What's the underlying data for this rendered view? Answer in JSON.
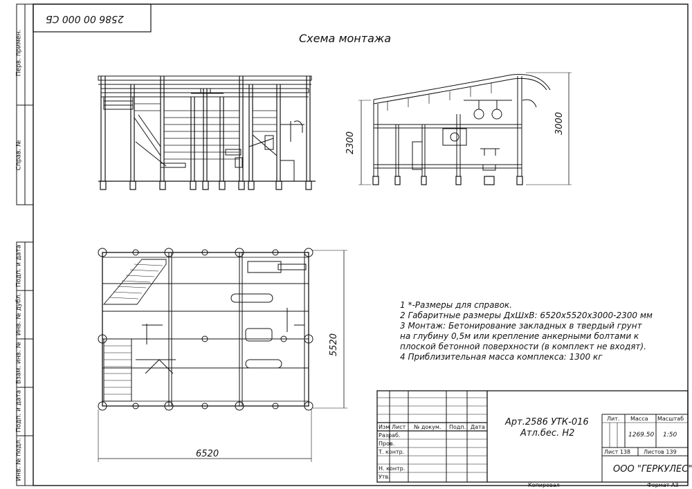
{
  "doc_code": "2586 00 000 СБ",
  "title": "Схема монтажа",
  "side_strip": [
    "Перв. примен.",
    "Справ. №",
    "Подп. и дата",
    "Инв. № дубл.",
    "Взам. инв. №",
    "Подп. и дата",
    "Инв. № подл."
  ],
  "dimensions": {
    "side_height_low": "2300",
    "side_height_high": "3000",
    "plan_depth": "5520",
    "plan_width": "6520"
  },
  "notes": [
    "1  *-Размеры для справок.",
    "2  Габаритные размеры ДхШхВ: 6520х5520х3000-2300 мм",
    "3  Монтаж: Бетонирование закладных в твердый грунт",
    "     на глубину 0,5м или крепление анкерными болтами к",
    "     плоской бетонной поверхности (в комплект не входят).",
    "4  Приблизительная масса комплекса: 1300 кг"
  ],
  "title_block": {
    "col_headers": [
      "Изм",
      "Лист",
      "№ докум.",
      "Подп.",
      "Дата"
    ],
    "roles": [
      "Разраб.",
      "Пров.",
      "Т. контр.",
      "",
      "Н. контр.",
      "Утв."
    ],
    "name_line1": "Арт.2586 УТК-016",
    "name_line2": "Атл.бес. Н2",
    "lit_label": "Лит.",
    "mass_label": "Масса",
    "scale_label": "Масштаб",
    "mass_value": "1269.50",
    "scale_value": "1:50",
    "sheet_label": "Лист 138",
    "sheets_label": "Листов 139",
    "company": "ООО \"ГЕРКУЛЕС\"",
    "copied": "Копировал",
    "format": "Формат А3"
  }
}
